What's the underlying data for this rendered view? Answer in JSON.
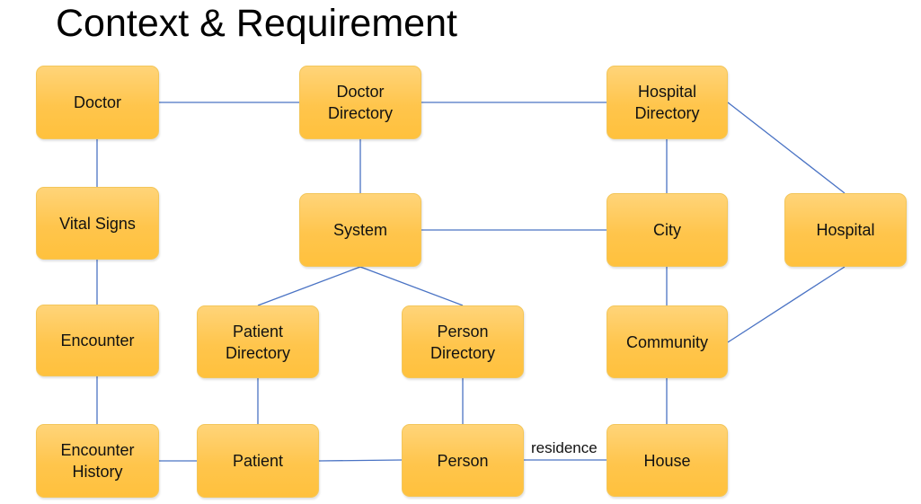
{
  "title": "Context & Requirement",
  "nodes": {
    "doctor": "Doctor",
    "doctor_directory": "Doctor\nDirectory",
    "hospital_directory": "Hospital\nDirectory",
    "vital_signs": "Vital Signs",
    "system": "System",
    "city": "City",
    "hospital": "Hospital",
    "encounter": "Encounter",
    "patient_directory": "Patient\nDirectory",
    "person_directory": "Person\nDirectory",
    "community": "Community",
    "encounter_history": "Encounter\nHistory",
    "patient": "Patient",
    "person": "Person",
    "house": "House"
  },
  "edge_labels": {
    "person_house": "residence"
  },
  "colors": {
    "node_fill": "#ffc54c",
    "node_border": "#f3c65a",
    "edge": "#4a73c4"
  }
}
